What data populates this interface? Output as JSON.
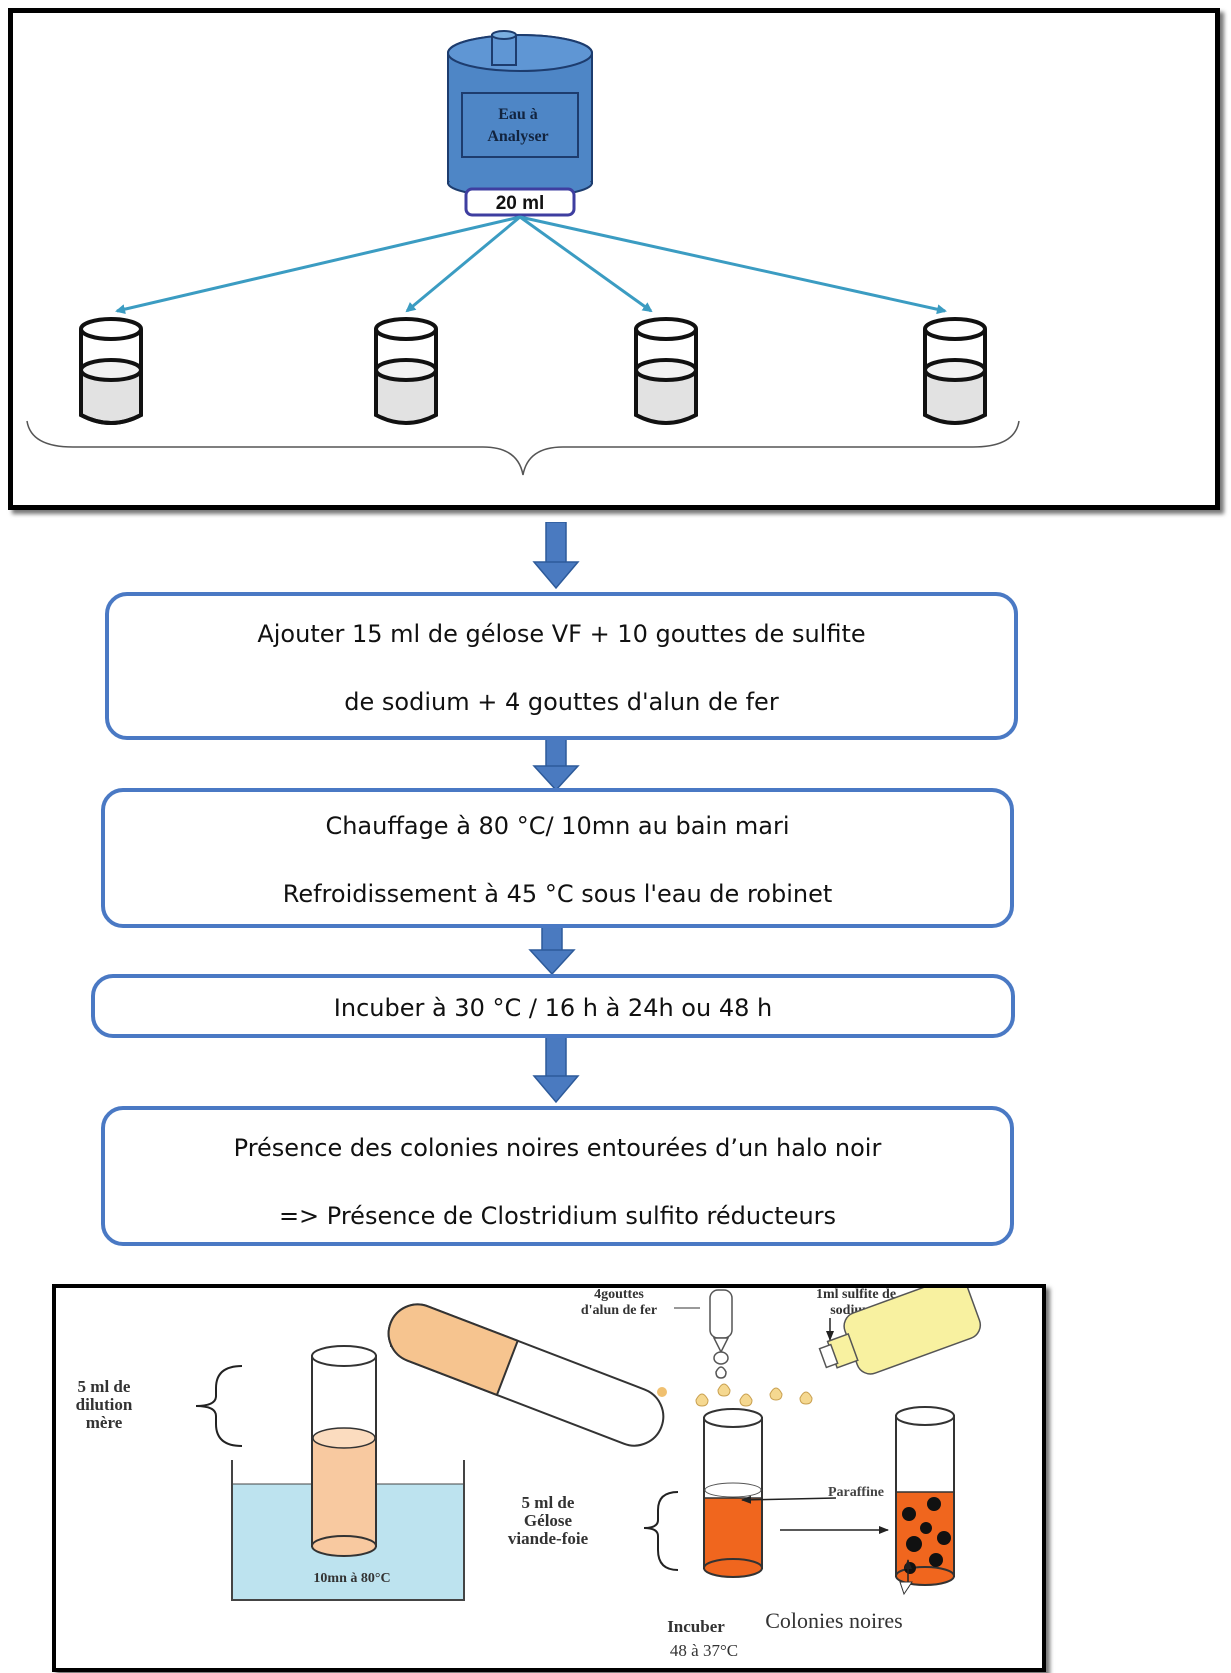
{
  "top_panel": {
    "bottle_label_line1": "Eau à",
    "bottle_label_line2": "Analyser",
    "volume_label": "20 ml"
  },
  "steps": [
    {
      "line1": "Ajouter 15 ml de gélose VF + 10 gouttes de sulfite",
      "line2": "de sodium + 4 gouttes d'alun de fer"
    },
    {
      "line1": "Chauffage à 80 °C/ 10mn au bain mari",
      "line2": "Refroidissement à 45 °C sous l'eau de robinet"
    },
    {
      "line1": "Incuber à 30 °C / 16 h à 24h ou 48 h"
    },
    {
      "line1": "Présence des colonies noires entourées d’un halo noir",
      "line2": "=> Présence de Clostridium sulfito réducteurs"
    }
  ],
  "bottom_panel": {
    "dilution_label_1": "5 ml de",
    "dilution_label_2": "dilution",
    "dilution_label_3": "mère",
    "bath_label": "10mn à 80°C",
    "alun_label_1": "4gouttes",
    "alun_label_2": "d'alun de fer",
    "sulfite_label_1": "1ml sulfite de",
    "sulfite_label_2": "sodium",
    "gelose_label_1": "5 ml  de",
    "gelose_label_2": "Gélose",
    "gelose_label_3": "viande-foie",
    "paraffine_label": "Paraffine",
    "incubation_label_1": "Incuber",
    "incubation_label_2": "48  à  37°C",
    "colonies_label": "Colonies noires"
  },
  "colors": {
    "bottle": "#4e86c6",
    "flow_arrow": "#4a7ac0",
    "tube_arrow": "#3b9cc2",
    "step_border": "#4a79c4",
    "medium": "#f0661e",
    "water_bath": "#bde3ef"
  }
}
